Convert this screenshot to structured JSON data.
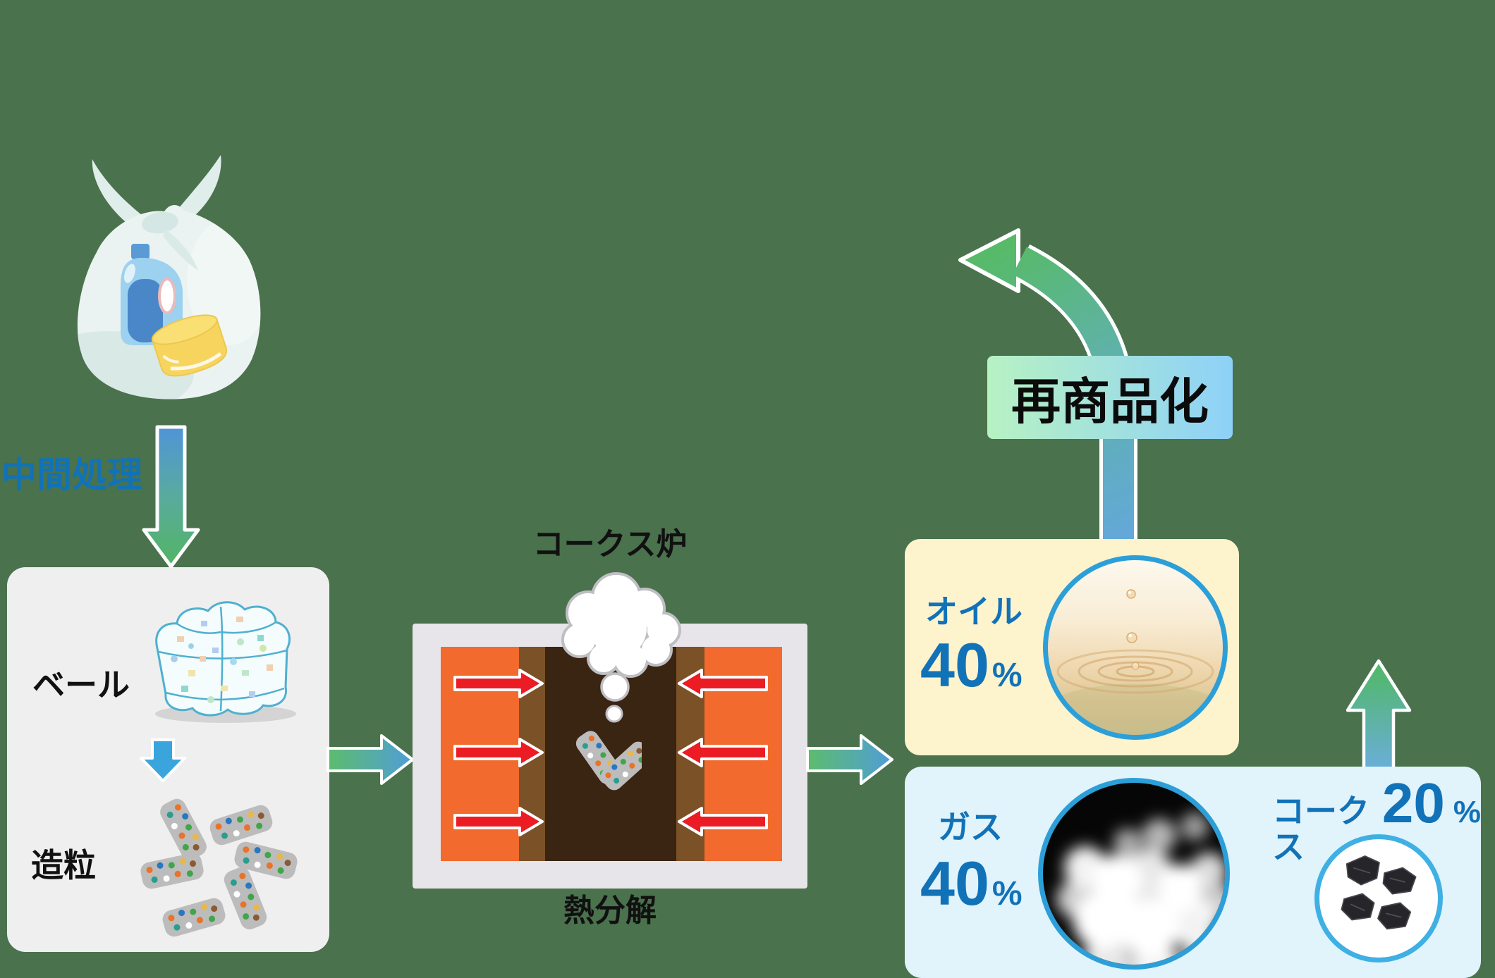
{
  "diagram": {
    "stage1": {
      "intermediate_processing": "中間処理",
      "bale": "ベール",
      "granulation": "造粒"
    },
    "furnace": {
      "title": "コークス炉",
      "process": "熱分解"
    },
    "outputs": {
      "oil": {
        "label": "オイル",
        "value": "40",
        "unit": "%"
      },
      "gas": {
        "label": "ガス",
        "value": "40",
        "unit": "%"
      },
      "coke": {
        "label": "コークス",
        "value": "20",
        "unit": "%"
      }
    },
    "remanufacturing": "再商品化"
  },
  "colors": {
    "background": "#4a724d",
    "accent_blue_text": "#1172b8",
    "oil_panel_bg": "#fdf3cd",
    "gas_panel_bg": "#e1f3fb",
    "left_panel_bg": "#efeff0",
    "furnace_frame": "#e7e5e9",
    "furnace_orange": "#f26a2e",
    "furnace_brown": "#7b5127",
    "furnace_core_dark": "#3a2412",
    "heat_arrow_red": "#ec1c24",
    "circle_border": "#2d9fd8",
    "flow_arrow_green": "#5abb67",
    "flow_arrow_blue": "#5b9fd6",
    "remanufacture_gradient_start": "#b7f2c3",
    "remanufacture_gradient_end": "#8ed1f8"
  },
  "icons": {
    "trash-bag-icon": "tied plastic waste bag with bottle and tub",
    "bale-icon": "compressed plastic bale cube",
    "pellets-icon": "granulated plastic pellets",
    "steam-cloud-icon": "white steam thought cloud",
    "oil-photo": "oil liquid ripple",
    "gas-photo": "white gas smoke on black",
    "coke-photo": "black coke lumps",
    "down-arrow-icon": "blue-to-green down flow arrow",
    "right-arrow-icon": "green-to-blue right flow arrow",
    "up-arrow-icon": "blue-to-green up flow arrow",
    "curved-arrow-icon": "curved return arrow to products",
    "heat-arrow-icon": "red heat arrow"
  }
}
